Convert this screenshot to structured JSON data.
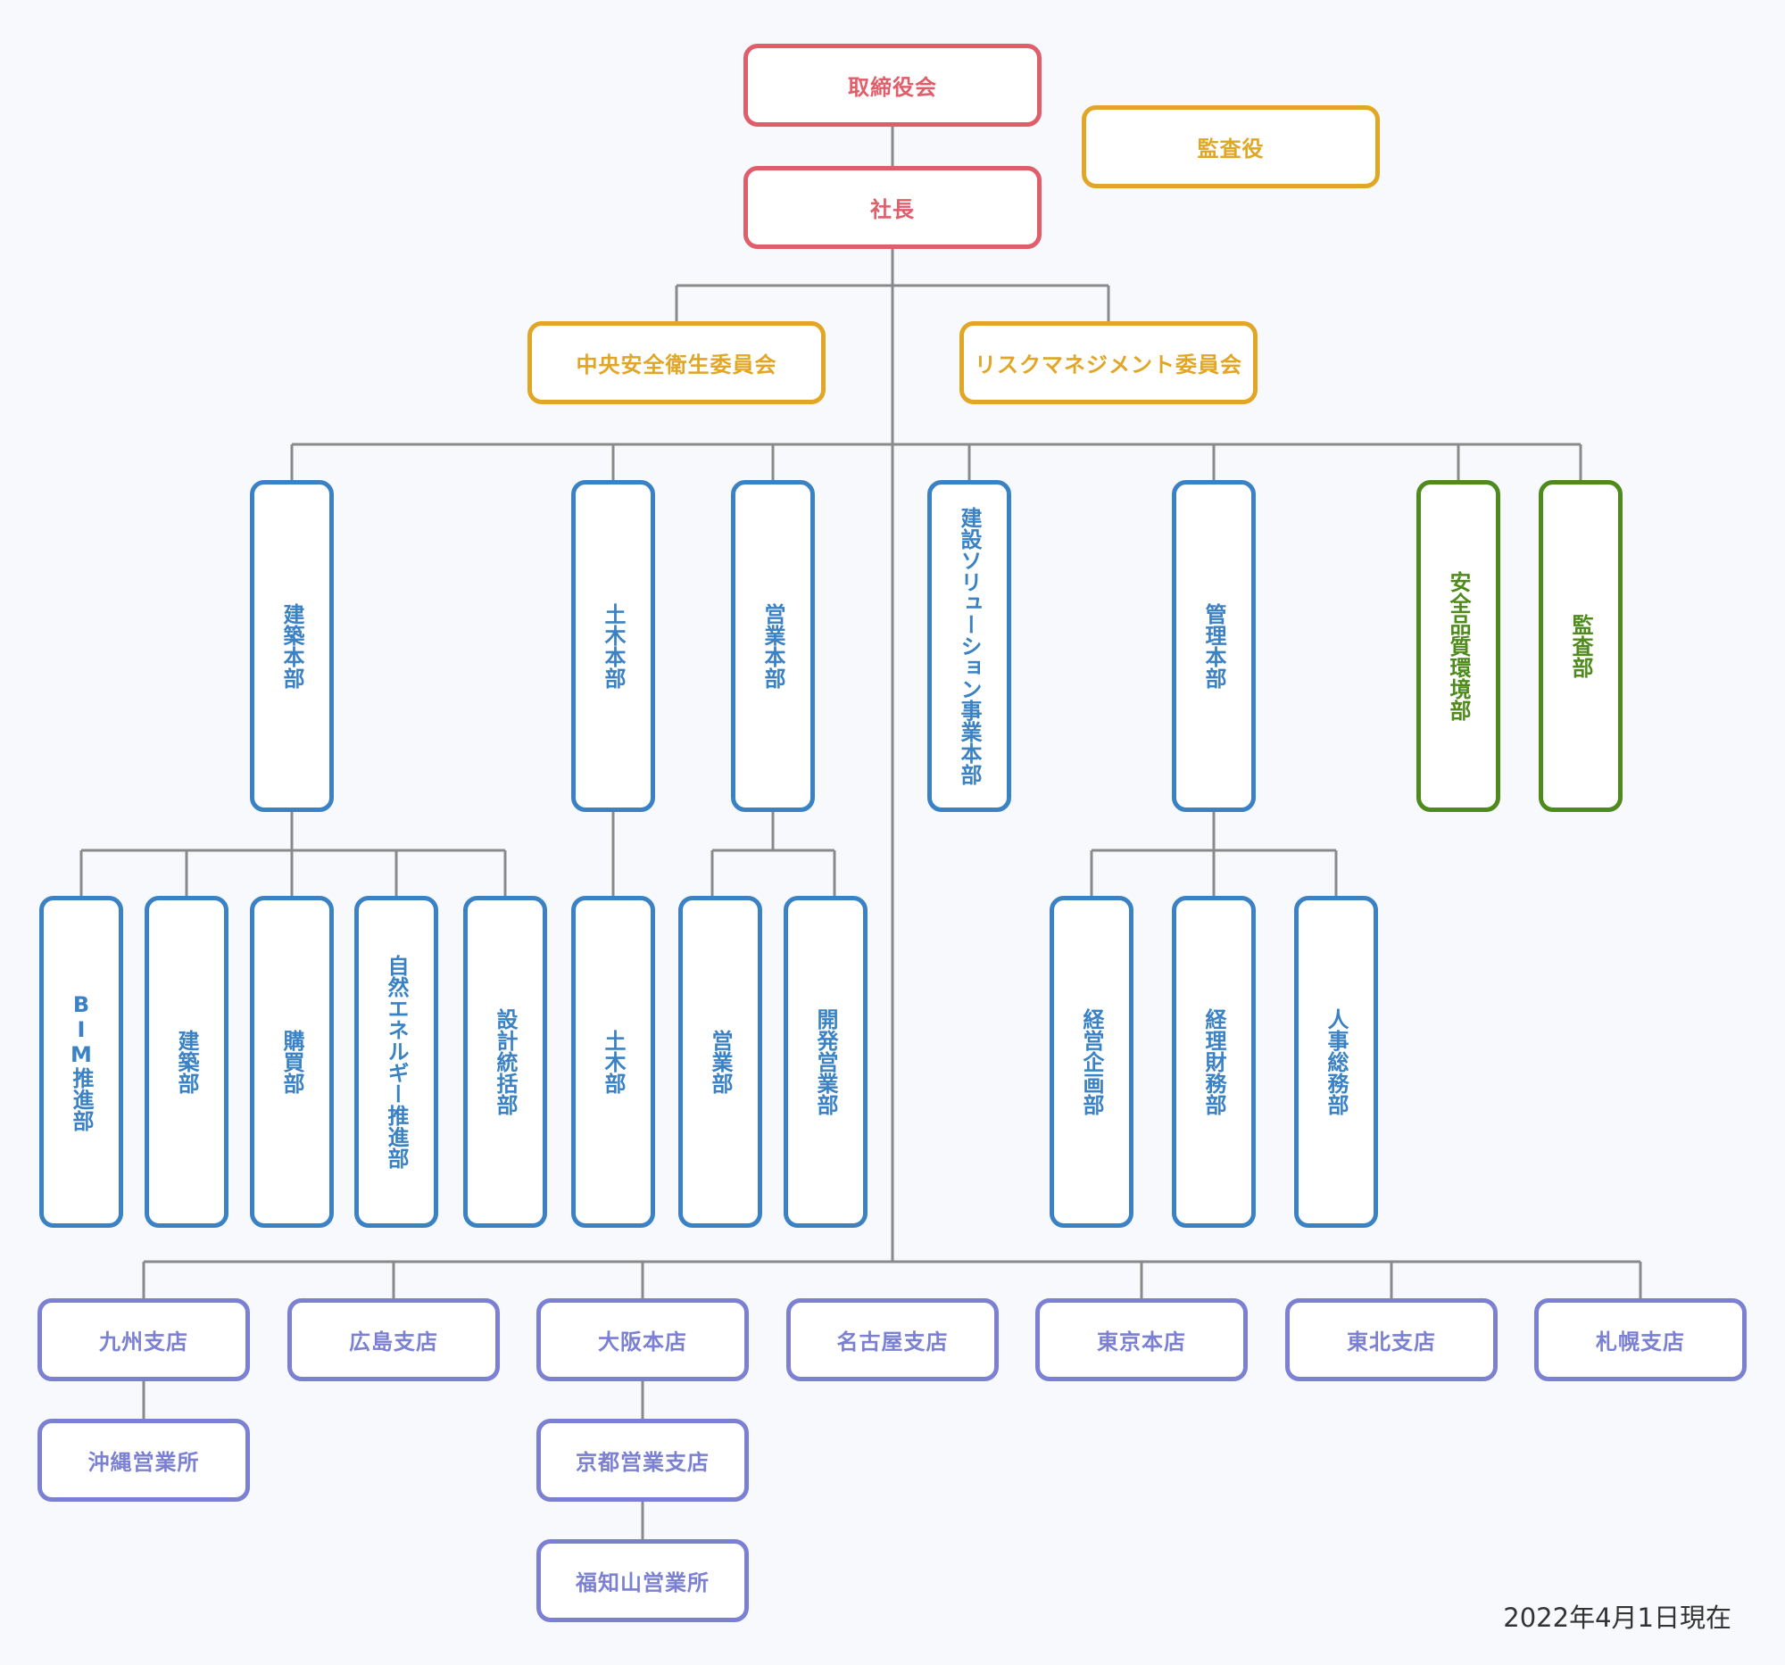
{
  "top": {
    "board": "取締役会",
    "auditor": "監査役",
    "president": "社長"
  },
  "committees": {
    "safety": "中央安全衛生委員会",
    "risk": "リスクマネジメント委員会"
  },
  "divisions": {
    "architecture": "建築本部",
    "civil": "土木本部",
    "sales": "営業本部",
    "solutions": "建設ソリューション事業本部",
    "admin": "管理本部",
    "safety_quality": "安全品質環境部",
    "audit": "監査部"
  },
  "departments": {
    "bim": "BIM推進部",
    "arch": "建築部",
    "purchasing": "購買部",
    "renewable": "自然エネルギー推進部",
    "design": "設計統括部",
    "civil": "土木部",
    "sales": "営業部",
    "dev_sales": "開発営業部",
    "planning": "経営企画部",
    "accounting": "経理財務部",
    "hr": "人事総務部"
  },
  "branches": {
    "kyushu": "九州支店",
    "hiroshima": "広島支店",
    "osaka": "大阪本店",
    "nagoya": "名古屋支店",
    "tokyo": "東京本店",
    "tohoku": "東北支店",
    "sapporo": "札幌支店",
    "okinawa": "沖縄営業所",
    "kyoto": "京都営業支店",
    "fukuchiyama": "福知山営業所"
  },
  "footer": {
    "date": "2022年4月1日現在"
  },
  "colors": {
    "red": "#e05d6a",
    "yellow": "#e1a625",
    "blue": "#3b82c4",
    "green": "#4e8a1c",
    "purple": "#7b80d2",
    "connector": "#8a8a8a"
  }
}
